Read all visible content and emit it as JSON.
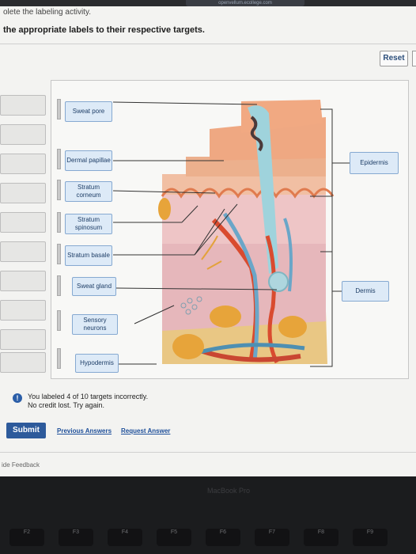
{
  "browser": {
    "url": "openvellum.ecollege.com"
  },
  "page": {
    "breadcrumb": "olete the labeling activity.",
    "instruction": "the appropriate labels to their respective targets.",
    "reset_label": "Reset"
  },
  "labels": {
    "sweat_pore": "Sweat pore",
    "dermal_papillae": "Dermal papillae",
    "stratum_corneum": "Stratum corneum",
    "stratum_spinosum": "Stratum spinosum",
    "stratum_basale": "Stratum basale",
    "sweat_gland": "Sweat gland",
    "sensory_neurons": "Sensory neurons",
    "hypodermis": "Hypodermis",
    "epidermis": "Epidermis",
    "dermis": "Dermis"
  },
  "feedback": {
    "line1": "You labeled 4 of 10 targets incorrectly.",
    "line2": "No credit lost. Try again."
  },
  "actions": {
    "submit": "Submit",
    "previous_answers": "Previous Answers",
    "request_answer": "Request Answer"
  },
  "footer": {
    "feedback_link": "ide Feedback"
  },
  "device": {
    "bezel_label": "MacBook Pro",
    "keys": [
      "F2",
      "F3",
      "F4",
      "F5",
      "F6",
      "F7",
      "F8",
      "F9"
    ]
  },
  "colors": {
    "tag_fill": "#ddeaf7",
    "tag_border": "#86a9d1",
    "submit_bg": "#2d5a9b"
  }
}
